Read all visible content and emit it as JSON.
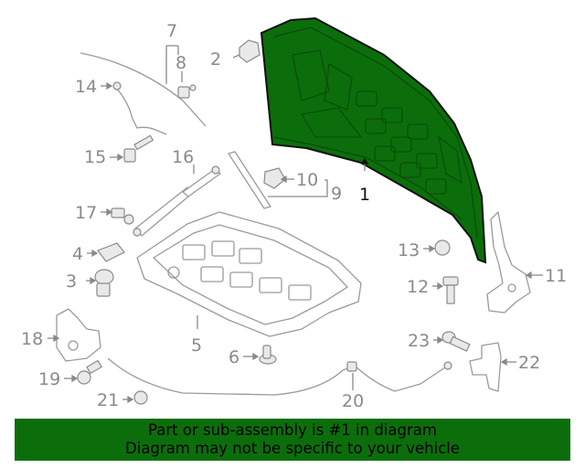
{
  "colors": {
    "highlight": "#0b6e0b",
    "banner_bg": "#0b6e0b",
    "callout_text": "#8a8a8a",
    "main_callout_text": "#111111"
  },
  "callouts": [
    "1",
    "2",
    "3",
    "4",
    "5",
    "6",
    "7",
    "8",
    "9",
    "10",
    "11",
    "12",
    "13",
    "14",
    "15",
    "16",
    "17",
    "18",
    "19",
    "20",
    "21",
    "22",
    "23"
  ],
  "banner": {
    "line1": "Part or sub-assembly is #1 in diagram",
    "line2": "Diagram may not be specific to your vehicle"
  }
}
